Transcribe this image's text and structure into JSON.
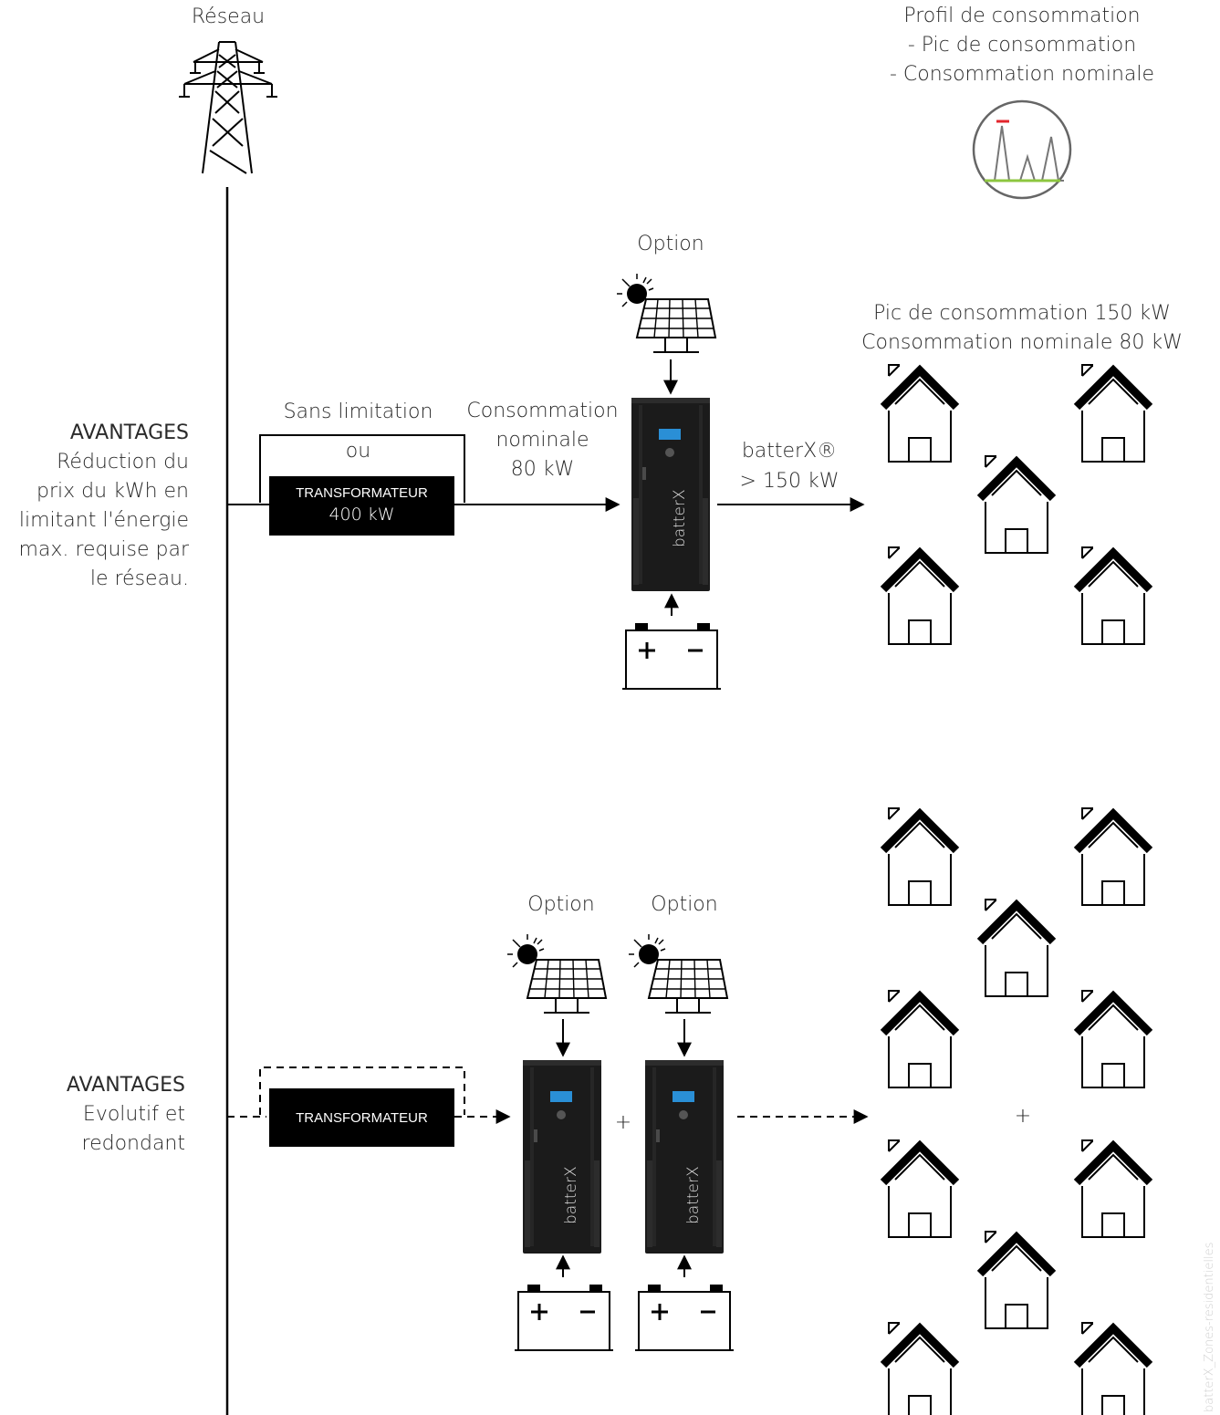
{
  "grid": {
    "label": "Réseau"
  },
  "profile": {
    "title": "Profil de consommation",
    "peak": "- Pic de consommation",
    "nominal": "- Consommation nominale"
  },
  "section1": {
    "advantages_title": "AVANTAGES",
    "advantages_text": [
      "Réduction du",
      "prix du kWh en",
      "limitant l'énergie",
      "max. requise par",
      "le réseau."
    ],
    "no_limit": "Sans limitation",
    "or": "ou",
    "transformer_label": "TRANSFORMATEUR",
    "transformer_power": "400 kW",
    "nominal_lines": [
      "Consommation",
      "nominale",
      "80 kW"
    ],
    "option": "Option",
    "batterx_label": "batterX®",
    "output_power": "> 150 kW",
    "peak_line": "Pic de consommation  150 kW",
    "nominal_line": "Consommation nominale 80 kW"
  },
  "section2": {
    "advantages_title": "AVANTAGES",
    "advantages_text": [
      "Evolutif et",
      "redondant"
    ],
    "transformer_label": "TRANSFORMATEUR",
    "option_1": "Option",
    "option_2": "Option",
    "plus_units": "+",
    "plus_houses": "+"
  },
  "device_brand": "batterX",
  "battery": {
    "plus": "+",
    "minus": "−"
  },
  "side_note": "batterX_Zones-residentielles",
  "colors": {
    "red": "#e3262d",
    "green": "#8dc63f",
    "black": "#000000"
  }
}
